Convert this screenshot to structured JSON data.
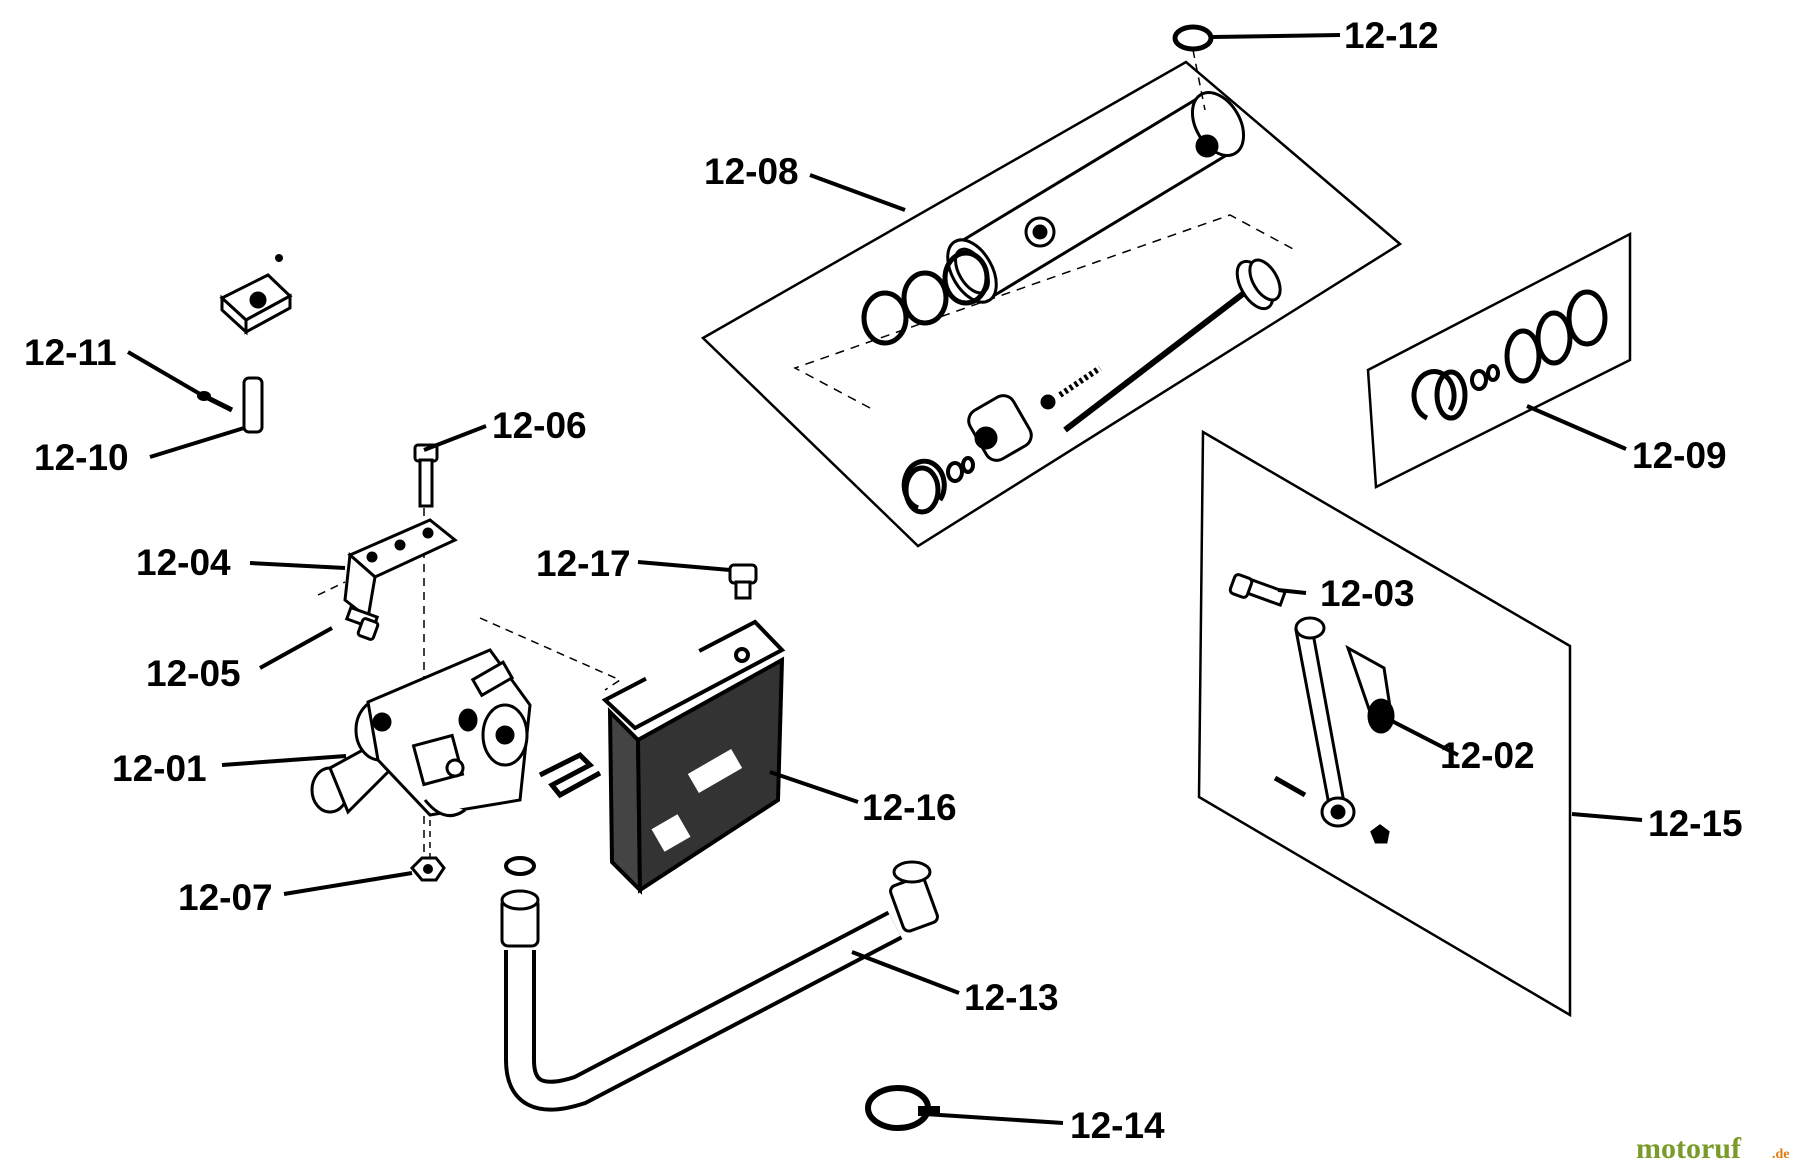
{
  "callouts": {
    "p1201": "12-01",
    "p1202": "12-02",
    "p1203": "12-03",
    "p1204": "12-04",
    "p1205": "12-05",
    "p1206": "12-06",
    "p1207": "12-07",
    "p1208": "12-08",
    "p1209": "12-09",
    "p1210": "12-10",
    "p1211": "12-11",
    "p1212": "12-12",
    "p1213": "12-13",
    "p1214": "12-14",
    "p1215": "12-15",
    "p1216": "12-16",
    "p1217": "12-17"
  },
  "watermark": {
    "brand": "motoruf",
    "suffix": ".de",
    "brand_color": "#7a9a2a",
    "accent_color": "#e07a10"
  }
}
